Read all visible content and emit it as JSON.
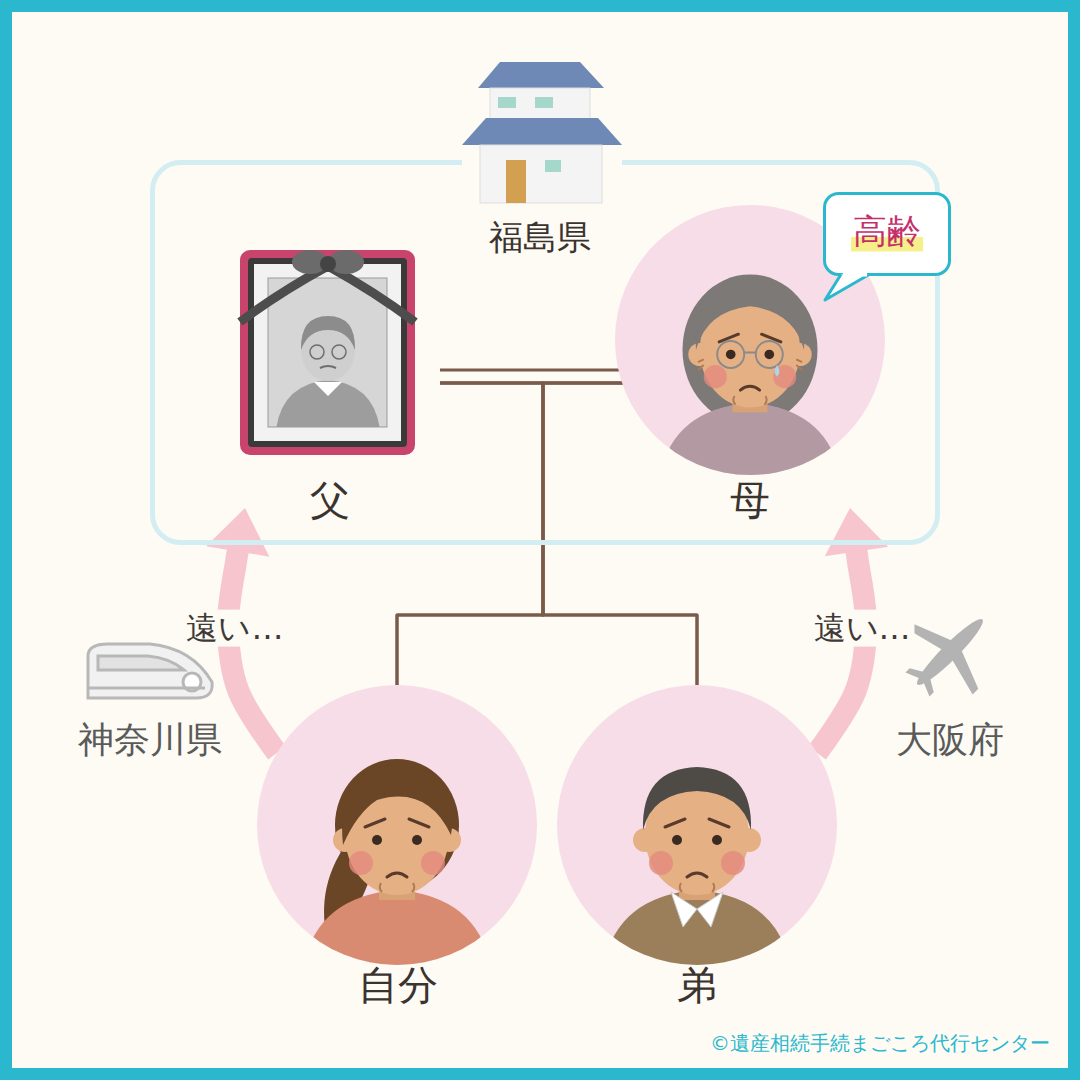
{
  "diagram": {
    "nodes": [
      {
        "text": [
          "福島県"
        ]
      },
      {
        "text": [
          "父"
        ],
        "in": 0
      },
      {
        "text": [
          "母"
        ],
        "in": 0
      },
      {
        "text": [
          "高齢"
        ]
      },
      {
        "text": [
          "自分"
        ]
      },
      {
        "text": [
          "弟"
        ]
      }
    ],
    "edges": [
      {
        "from": 1,
        "to": 2,
        "arrow": "none"
      },
      {
        "from": 1,
        "to": 4,
        "arrow": "none"
      },
      {
        "from": 1,
        "to": 5,
        "arrow": "none"
      },
      {
        "from": 2,
        "to": 4,
        "arrow": "none"
      },
      {
        "from": 2,
        "to": 5,
        "arrow": "none"
      },
      {
        "from": 4,
        "to": 1,
        "arrow": "to",
        "label": "遠い…"
      },
      {
        "from": 5,
        "to": 2,
        "arrow": "to",
        "label": "遠い…"
      }
    ],
    "labels": [
      "神奈川県",
      "大阪府",
      "©遺産相続手続まごころ代行センター"
    ]
  }
}
